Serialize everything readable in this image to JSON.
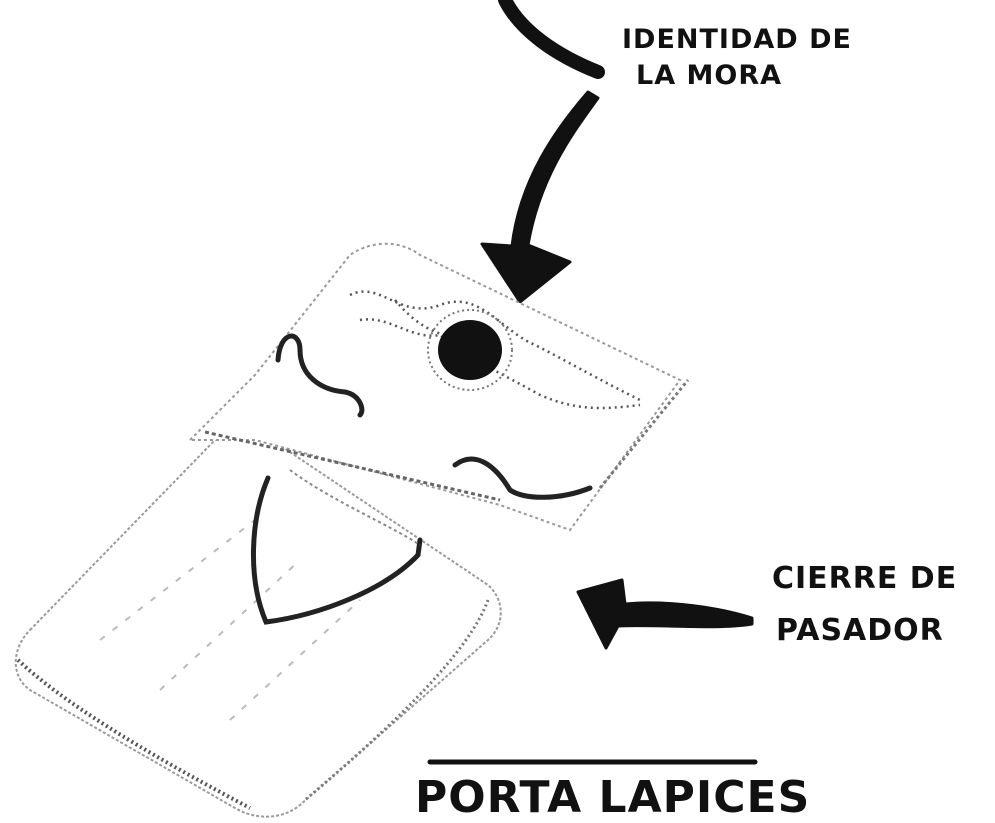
{
  "labels": {
    "identity_line1": "IDENTIDAD DE",
    "identity_line2": "LA MORA",
    "closure_line1": "CIERRE DE",
    "closure_line2": "PASADOR",
    "title": "PORTA LAPICES"
  },
  "colors": {
    "ink": "#111111",
    "shade": "#9a9a9a",
    "paper": "#ffffff"
  }
}
